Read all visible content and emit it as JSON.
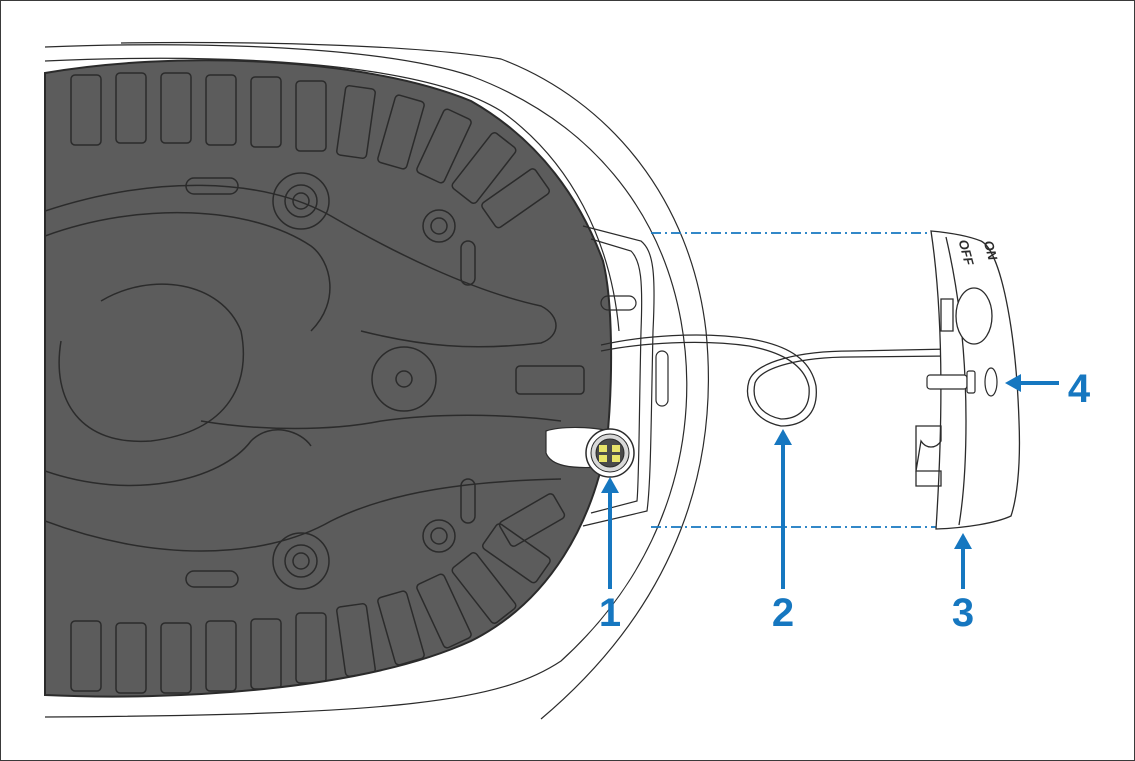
{
  "colors": {
    "base": "#5c5c5c",
    "outline": "#2b2b2b",
    "callout": "#1677c0",
    "background": "#ffffff"
  },
  "switch_labels": {
    "on": "ON",
    "off": "OFF"
  },
  "callouts": [
    {
      "number": "1",
      "part": "connector"
    },
    {
      "number": "2",
      "part": "cable"
    },
    {
      "number": "3",
      "part": "switch-cover"
    },
    {
      "number": "4",
      "part": "screw"
    }
  ]
}
